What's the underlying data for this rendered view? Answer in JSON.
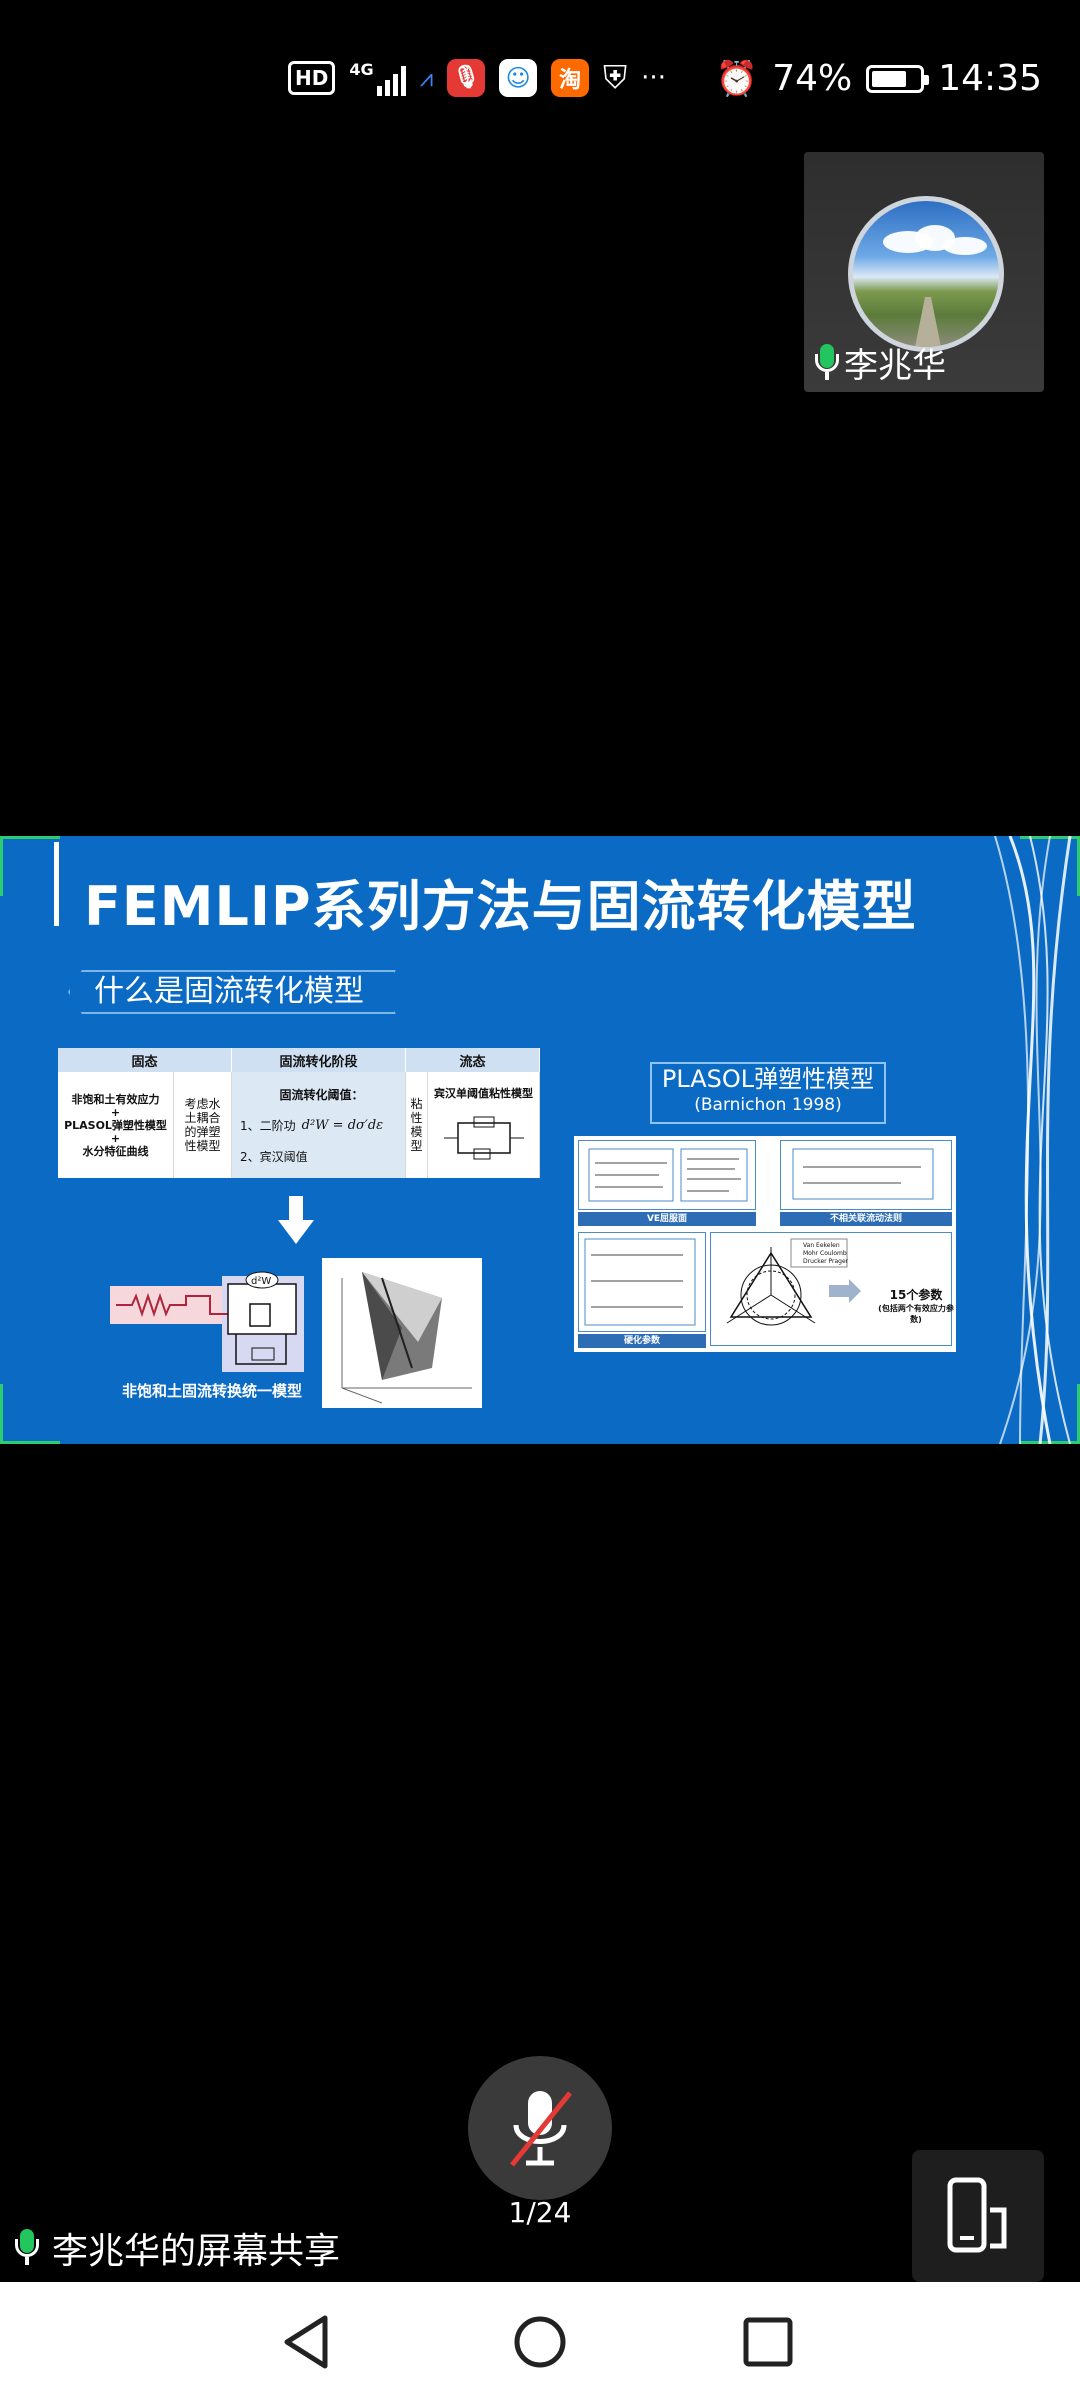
{
  "status_bar": {
    "network_badge": "HD",
    "signal_text": "4G",
    "app_badge_taobao": "淘",
    "overflow": "···",
    "battery_percent": "74%",
    "time": "14:35"
  },
  "participant": {
    "name": "李兆华"
  },
  "slide": {
    "title": "FEMLIP系列方法与固流转化模型",
    "subtitle": "什么是固流转化模型",
    "table": {
      "headers": [
        "固态",
        "固流转化阶段",
        "流态"
      ],
      "solid_models": "非饱和土有效应力\n+\nPLASOL弹塑性模型\n+\n水分特征曲线",
      "coupled": "考虑水\n土耦合\n的弹塑\n性模型",
      "threshold_title": "固流转化阈值：",
      "threshold_1": "1、二阶功",
      "threshold_2": "2、宾汉阈值",
      "viscous_vertical": "粘\n性\n模\n型",
      "fluid_model": "宾汉单阈值粘性模型"
    },
    "unified_model_label": "非饱和土固流转换统一模型",
    "plasol_title": "PLASOL弹塑性模型",
    "plasol_ref": "(Barnichon 1998)",
    "plasol_labels": [
      "VE屈服面",
      "不相关联流动法则",
      "硬化参数"
    ],
    "params_title": "15个参数",
    "params_note": "(包括两个有效应力参数)",
    "legend": [
      "Van Eekelen",
      "Mohr Coulomb",
      "Drucker Prager"
    ]
  },
  "controls": {
    "page_indicator": "1/24",
    "share_label": "李兆华的屏幕共享"
  }
}
